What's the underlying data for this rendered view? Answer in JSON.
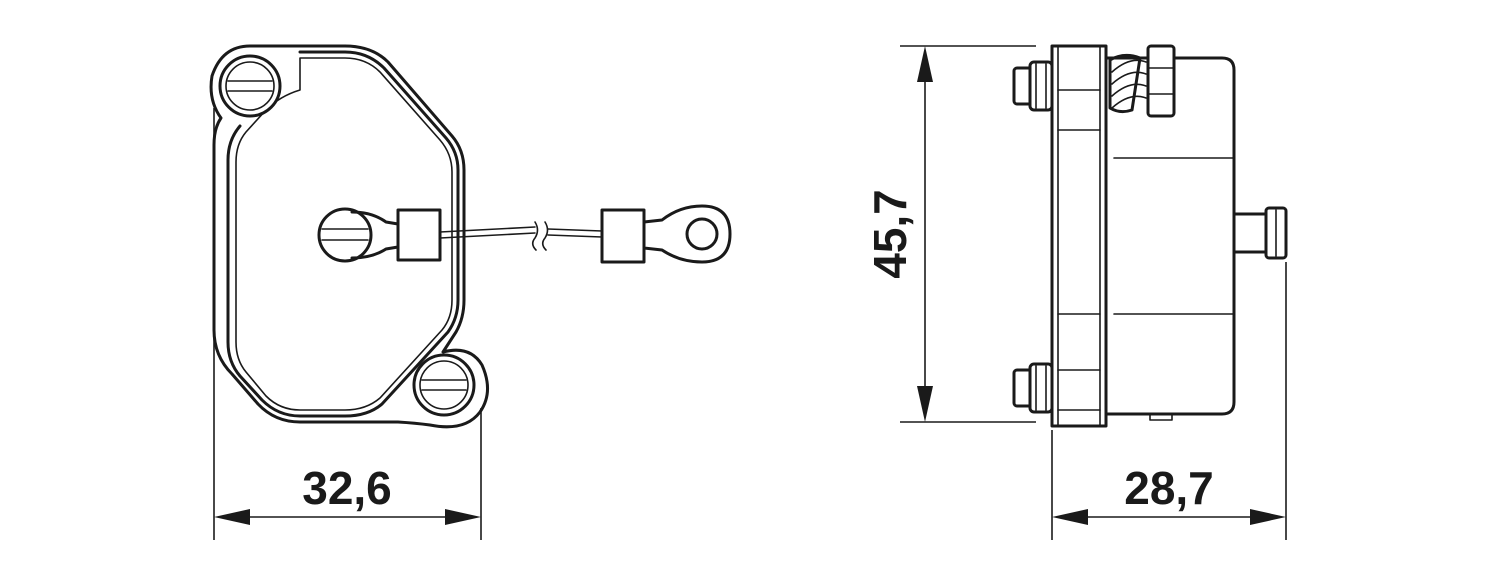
{
  "dimensions": {
    "width_front": "32,6",
    "height_side": "45,7",
    "depth_side": "28,7"
  },
  "colors": {
    "line": "#1a1a1a",
    "background": "#ffffff"
  }
}
